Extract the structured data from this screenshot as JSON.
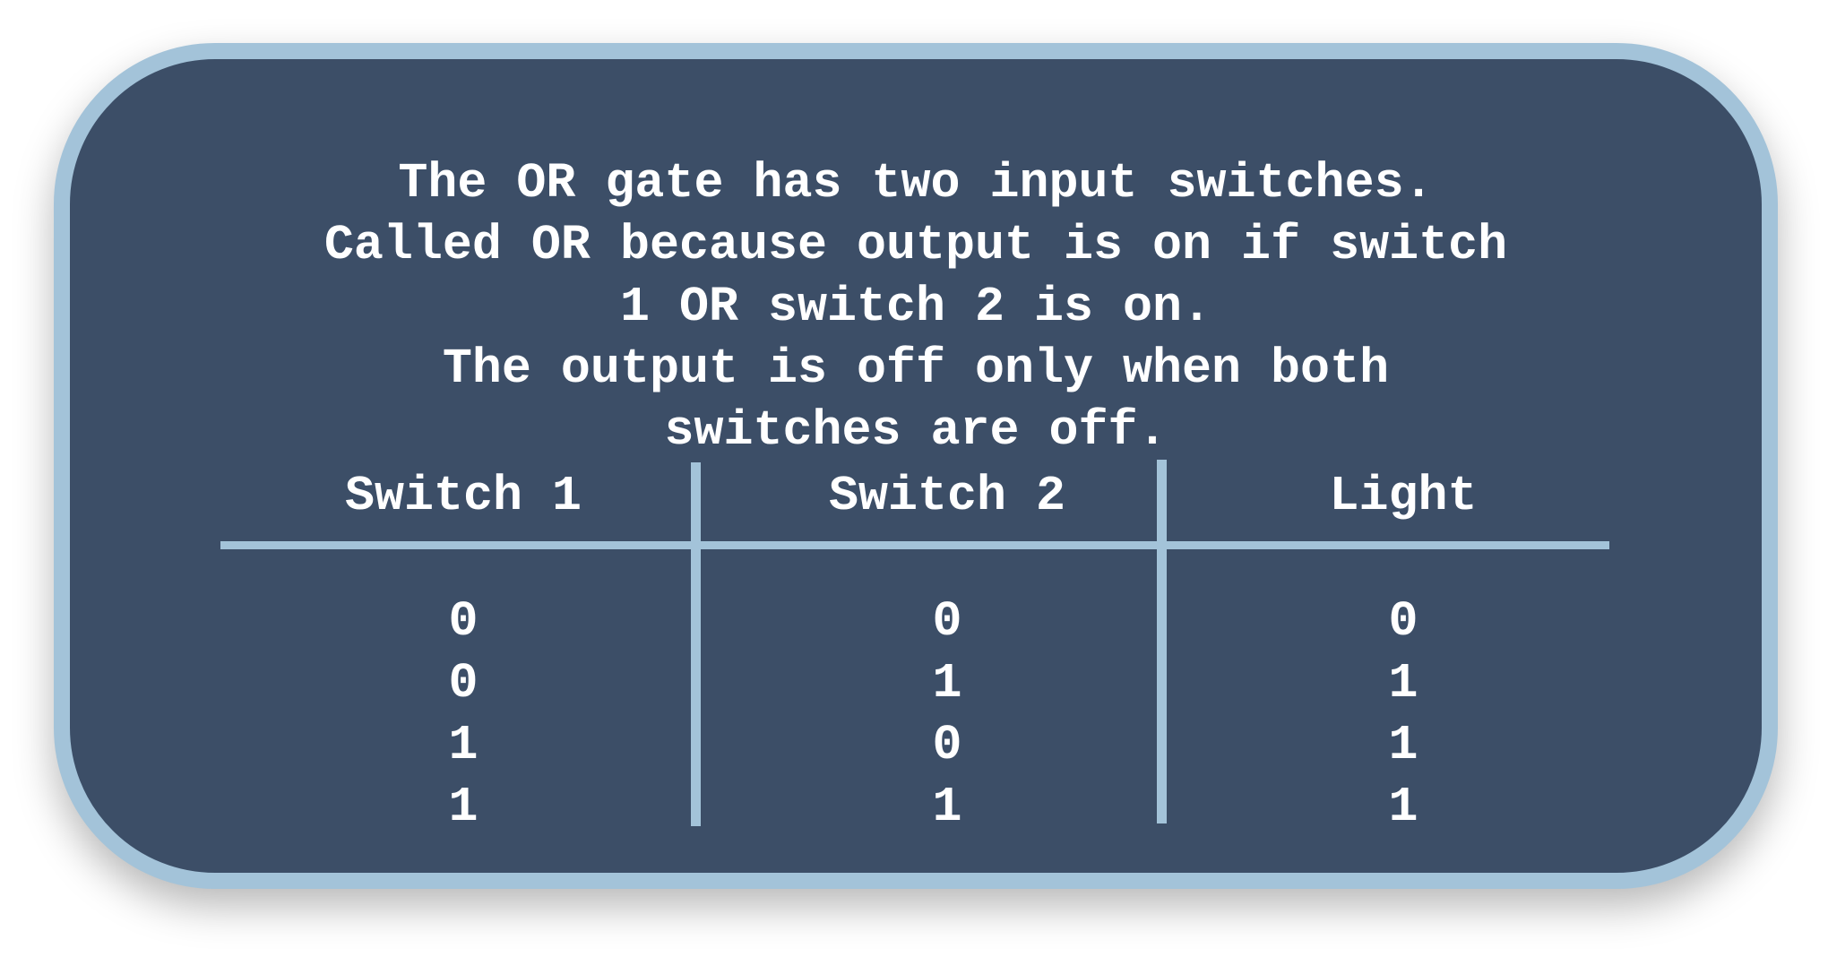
{
  "description": [
    "The OR gate has two input switches.",
    "Called OR because output is on if switch",
    "1 OR switch 2 is on.",
    "The output is off only when both",
    "switches are off."
  ],
  "truth_table": {
    "headers": [
      "Switch 1",
      "Switch 2",
      "Light"
    ],
    "rows": [
      [
        "0",
        "0",
        "0"
      ],
      [
        "0",
        "1",
        "1"
      ],
      [
        "1",
        "0",
        "1"
      ],
      [
        "1",
        "1",
        "1"
      ]
    ]
  },
  "colors": {
    "card_background": "#3c4e67",
    "border_and_lines": "#a3c3d9",
    "text": "#ffffff"
  }
}
